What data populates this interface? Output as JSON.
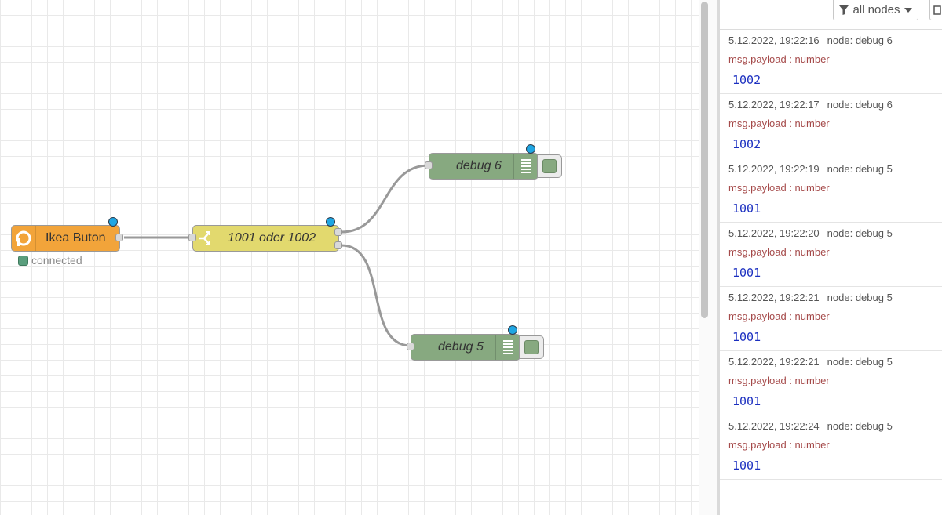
{
  "flow": {
    "ikea_node": {
      "label": "Ikea Buton",
      "status_text": "connected"
    },
    "switch_node": {
      "label": "1001 oder 1002"
    },
    "debug6_node": {
      "label": "debug 6"
    },
    "debug5_node": {
      "label": "debug 5"
    }
  },
  "colors": {
    "mqtt_node": "#f2a43a",
    "switch_node": "#e2d96e",
    "debug_node": "#87a980",
    "status_connected": "#5a9e7d",
    "changed_dot": "#1fa6e3"
  },
  "sidebar": {
    "filter_label": "all nodes",
    "filter_icon": "filter-icon",
    "messages": [
      {
        "time": "5.12.2022, 19:22:16",
        "node": "node: debug 6",
        "topic": "msg.payload : number",
        "value": "1002"
      },
      {
        "time": "5.12.2022, 19:22:17",
        "node": "node: debug 6",
        "topic": "msg.payload : number",
        "value": "1002"
      },
      {
        "time": "5.12.2022, 19:22:19",
        "node": "node: debug 5",
        "topic": "msg.payload : number",
        "value": "1001"
      },
      {
        "time": "5.12.2022, 19:22:20",
        "node": "node: debug 5",
        "topic": "msg.payload : number",
        "value": "1001"
      },
      {
        "time": "5.12.2022, 19:22:21",
        "node": "node: debug 5",
        "topic": "msg.payload : number",
        "value": "1001"
      },
      {
        "time": "5.12.2022, 19:22:21",
        "node": "node: debug 5",
        "topic": "msg.payload : number",
        "value": "1001"
      },
      {
        "time": "5.12.2022, 19:22:24",
        "node": "node: debug 5",
        "topic": "msg.payload : number",
        "value": "1001"
      }
    ]
  }
}
